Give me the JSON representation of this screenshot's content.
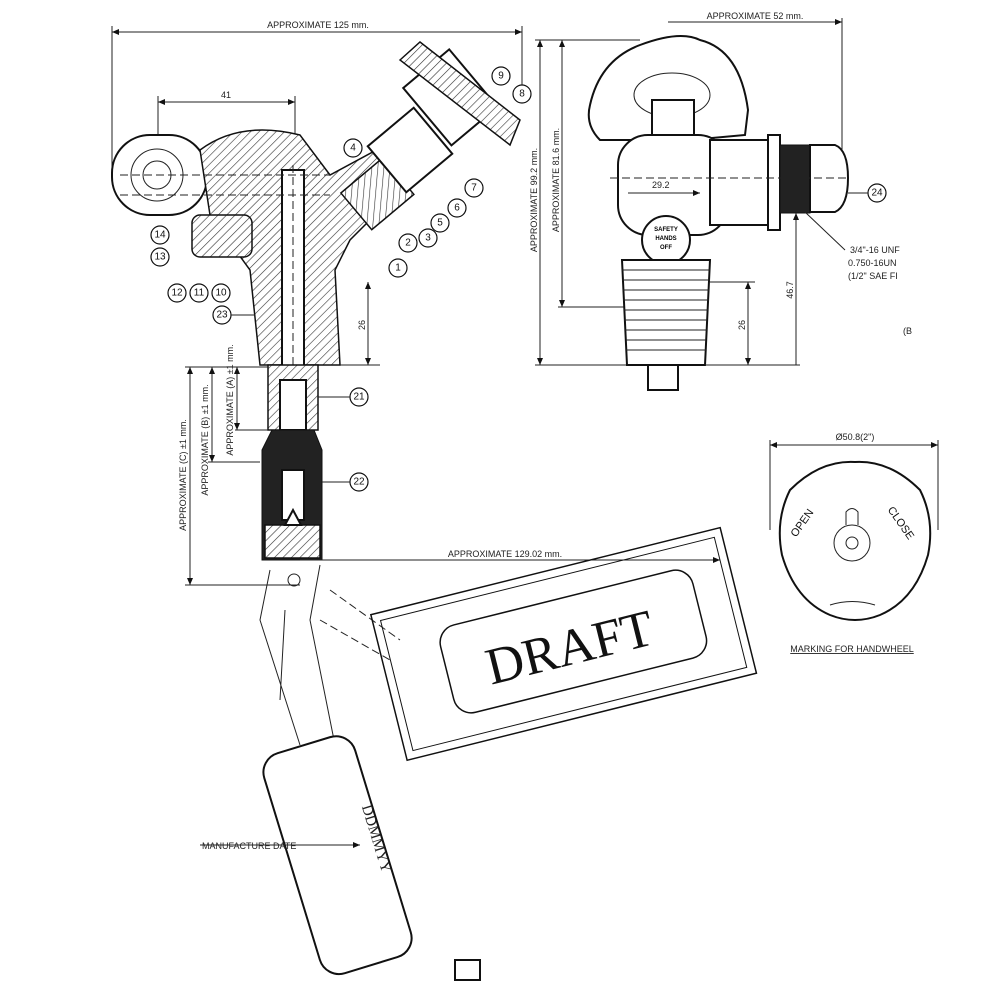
{
  "left_view": {
    "dim_width": "APPROXIMATE 125 mm.",
    "dim_41": "41",
    "dim_26": "26",
    "dim_a": "APPROXIMATE (A) ±1 mm.",
    "dim_b": "APPROXIMATE (B) ±1 mm.",
    "dim_c": "APPROXIMATE (C) ±1 mm.",
    "dim_arm": "APPROXIMATE 129.02 mm.",
    "watermark": "DRAFT",
    "manufacture_label": "MANUFACTURE DATE",
    "date_code": "DDMMYY",
    "callouts": [
      "1",
      "2",
      "3",
      "4",
      "5",
      "6",
      "7",
      "8",
      "9",
      "10",
      "11",
      "12",
      "13",
      "14",
      "21",
      "22",
      "23"
    ]
  },
  "right_view": {
    "dim_width": "APPROXIMATE 52 mm.",
    "dim_height_total": "APPROXIMATE 99.2 mm.",
    "dim_height_body": "APPROXIMATE 81.6 mm.",
    "dim_29": "29.2",
    "dim_46": "46.7",
    "dim_26": "26",
    "safety_label": [
      "SAFETY",
      "HANDS",
      "OFF"
    ],
    "callout": "24",
    "thread_spec": [
      "3/4\"-16 UNF",
      "0.750-16UN",
      "(1/2\" SAE FI"
    ],
    "note_b": "(B"
  },
  "handwheel": {
    "diameter": "Ø50.8(2\")",
    "open": "OPEN",
    "close": "CLOSE",
    "caption": "MARKING FOR HANDWHEEL"
  }
}
